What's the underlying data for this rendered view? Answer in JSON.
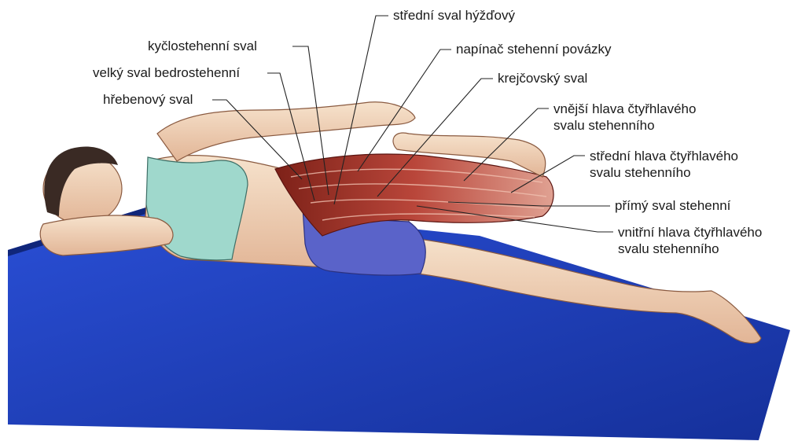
{
  "labels_left": [
    {
      "id": "kyclostehenni",
      "text": "kyčlostehenní sval"
    },
    {
      "id": "velky-bedrostehenni",
      "text": "velký sval bedrostehenní"
    },
    {
      "id": "hrebenovy",
      "text": "hřebenový sval"
    }
  ],
  "labels_right": [
    {
      "id": "stredni-hyzdovy",
      "text": "střední sval hýžďový"
    },
    {
      "id": "napinac",
      "text": "napínač stehenní povázky"
    },
    {
      "id": "krejcovsky",
      "text": "krejčovský sval"
    },
    {
      "id": "vnejsi-hlava",
      "line1": "vnější hlava čtyřhlavého",
      "line2": "svalu stehenního"
    },
    {
      "id": "stredni-hlava",
      "line1": "střední hlava čtyřhlavého",
      "line2": "svalu stehenního"
    },
    {
      "id": "primy",
      "text": "přímý sval stehenní"
    },
    {
      "id": "vnitrni-hlava",
      "line1": "vnitřní hlava čtyřhlavého",
      "line2": "svalu stehenního"
    }
  ],
  "colors": {
    "mat": "#1f3fbf",
    "mat_dark": "#14298a",
    "skin": "#f3d9bf",
    "skin_shadow": "#d9a98a",
    "top": "#9fd8cc",
    "shorts": "#5a63c9",
    "muscle": "#a8352a",
    "muscle_light": "#d2705f",
    "hair": "#3a2a24",
    "leader": "#222222"
  }
}
